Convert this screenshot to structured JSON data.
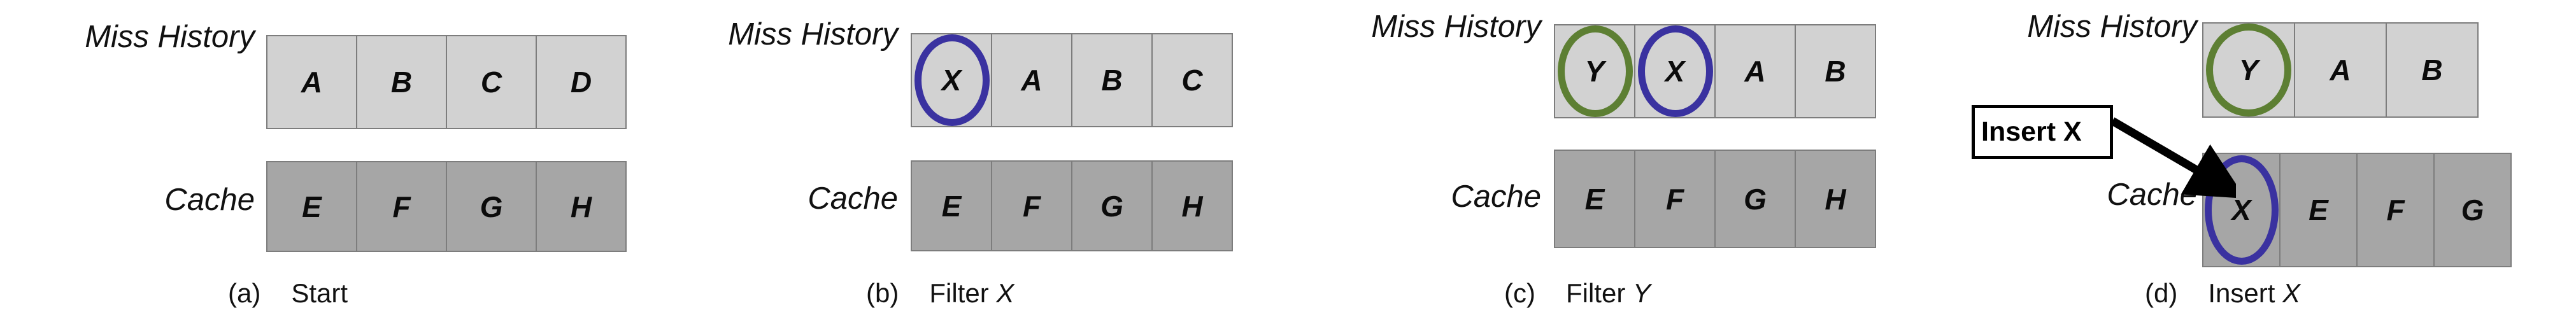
{
  "figure": {
    "title": "Miss history filter and cache insertion stages",
    "row_labels": {
      "history": "Miss History",
      "cache": "Cache"
    },
    "colors": {
      "history_cell": "#d2d2d2",
      "cache_cell": "#a6a6a6",
      "cell_border": "#7d7d7d",
      "highlight_blue": "#3a32a0",
      "highlight_green": "#5d7f33",
      "text": "#0b0b0b"
    }
  },
  "panels": [
    {
      "id": "a",
      "tag": "(a)",
      "caption": "Start",
      "caption_italic_suffix": "",
      "history": [
        "A",
        "B",
        "C",
        "D"
      ],
      "cache": [
        "E",
        "F",
        "G",
        "H"
      ],
      "history_marks": [],
      "cache_marks": []
    },
    {
      "id": "b",
      "tag": "(b)",
      "caption": "Filter",
      "caption_italic_suffix": "X",
      "history": [
        "X",
        "A",
        "B",
        "C"
      ],
      "cache": [
        "E",
        "F",
        "G",
        "H"
      ],
      "history_marks": [
        {
          "index": 0,
          "color": "blue"
        }
      ],
      "cache_marks": []
    },
    {
      "id": "c",
      "tag": "(c)",
      "caption": "Filter",
      "caption_italic_suffix": "Y",
      "history": [
        "Y",
        "X",
        "A",
        "B"
      ],
      "cache": [
        "E",
        "F",
        "G",
        "H"
      ],
      "history_marks": [
        {
          "index": 0,
          "color": "green"
        },
        {
          "index": 1,
          "color": "blue"
        }
      ],
      "cache_marks": []
    },
    {
      "id": "d",
      "tag": "(d)",
      "caption": "Insert",
      "caption_italic_suffix": "X",
      "history": [
        "Y",
        "A",
        "B"
      ],
      "cache": [
        "X",
        "E",
        "F",
        "G"
      ],
      "history_marks": [
        {
          "index": 0,
          "color": "green"
        }
      ],
      "cache_marks": [
        {
          "index": 0,
          "color": "blue"
        }
      ],
      "callout": {
        "label": "Insert X"
      }
    }
  ]
}
